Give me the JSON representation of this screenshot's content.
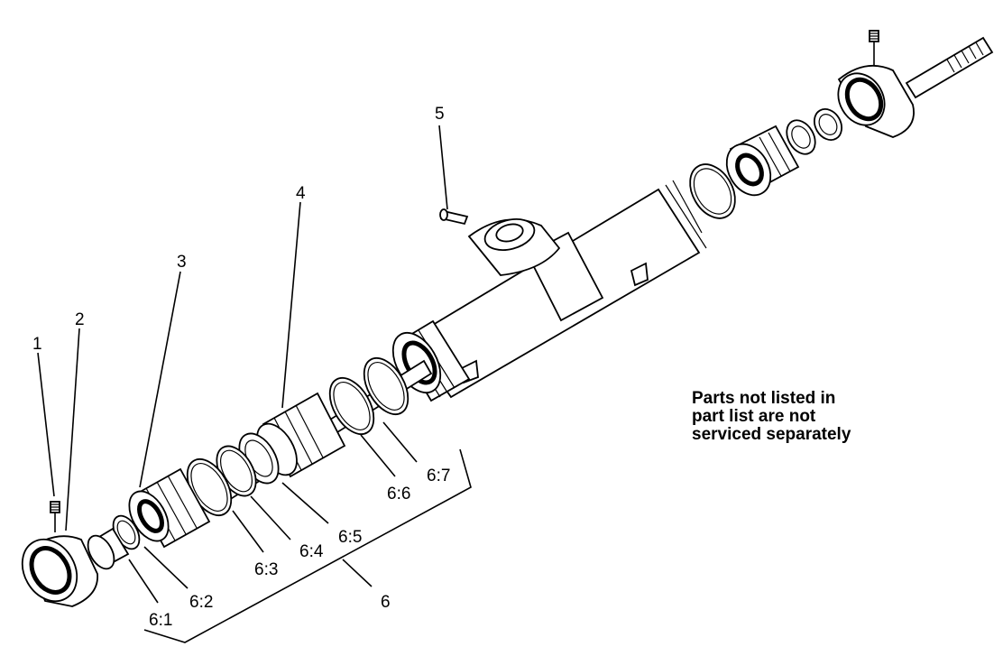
{
  "callouts": {
    "p1": "1",
    "p2": "2",
    "p3": "3",
    "p4": "4",
    "p5": "5",
    "p6": "6",
    "p6_1": "6:1",
    "p6_2": "6:2",
    "p6_3": "6:3",
    "p6_4": "6:4",
    "p6_5": "6:5",
    "p6_6": "6:6",
    "p6_7": "6:7"
  },
  "note": {
    "line1": "Parts not listed in",
    "line2": "part list are not",
    "line3": "serviced separately"
  }
}
